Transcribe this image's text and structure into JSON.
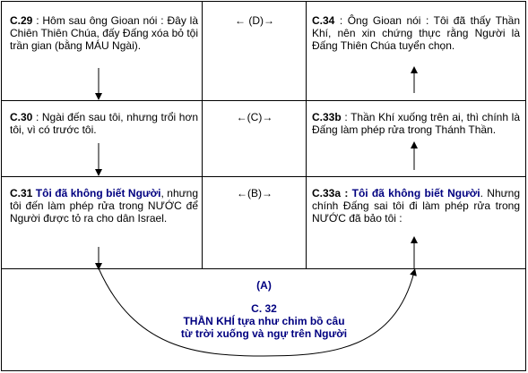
{
  "row1": {
    "left": {
      "ref": "C.29",
      "text": " : Hôm sau ông Gioan nói : Đây là Chiên Thiên Chúa, đấy Đấng xóa bỏ tội trần gian (bằng MÁU Ngài)."
    },
    "mid": "← (D)→",
    "right": {
      "ref": "C.34",
      "text": " : Ông Gioan nói : Tôi đã thấy Thần Khí, nên xin chứng thực rằng Người là Đấng Thiên Chúa tuyển chọn."
    }
  },
  "row2": {
    "left": {
      "ref": "C.30",
      "text": " : Ngài đến sau tôi, nhưng trổi hơn tôi, vì có trước tôi."
    },
    "mid": "←(C)→",
    "right": {
      "ref": "C.33b",
      "text": " : Thần Khí xuống trên ai, thì chính là Đấng làm phép rửa trong Thánh Thần."
    }
  },
  "row3": {
    "left": {
      "ref": "C.31",
      "bold_text": " Tôi đã không biết Người",
      "text": ", nhưng tôi đến làm phép rửa trong NƯỚC để Người được tỏ ra cho dân Israel."
    },
    "mid": "←(B)→",
    "right": {
      "ref": "C.33a",
      "bold_sep": " : ",
      "bold_text": "Tôi đã không biết Người",
      "text": ". Nhưng chính Đấng sai tôi đi làm phép rửa trong NƯỚC đã bảo tôi :"
    }
  },
  "bottom": {
    "label_a": "(A)",
    "ref": "C. 32",
    "line1": "THẦN KHÍ tựa như chim bồ câu",
    "line2": "từ trời xuống và ngự trên Người"
  },
  "colors": {
    "text": "#000000",
    "accent": "#000080",
    "border": "#000000"
  }
}
